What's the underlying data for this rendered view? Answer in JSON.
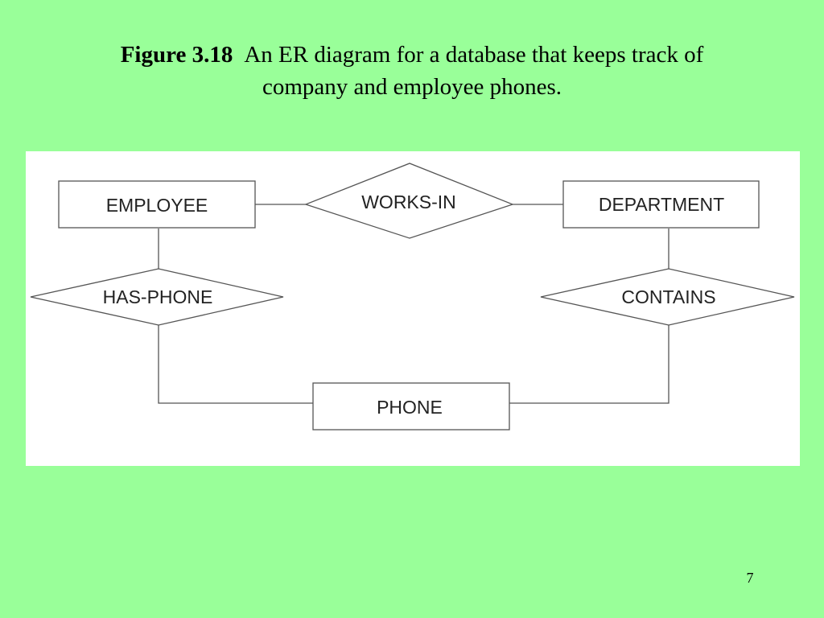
{
  "slide": {
    "figure_label": "Figure 3.18",
    "caption_line1": "An ER diagram for a database that keeps track of",
    "caption_line2": "company and employee phones.",
    "page_number": "7",
    "background_color": "#99ff99"
  },
  "diagram": {
    "entities": {
      "employee": "EMPLOYEE",
      "department": "DEPARTMENT",
      "phone": "PHONE"
    },
    "relationships": {
      "works_in": "WORKS-IN",
      "has_phone": "HAS-PHONE",
      "contains": "CONTAINS"
    },
    "connections": [
      [
        "EMPLOYEE",
        "WORKS-IN"
      ],
      [
        "WORKS-IN",
        "DEPARTMENT"
      ],
      [
        "EMPLOYEE",
        "HAS-PHONE"
      ],
      [
        "HAS-PHONE",
        "PHONE"
      ],
      [
        "DEPARTMENT",
        "CONTAINS"
      ],
      [
        "CONTAINS",
        "PHONE"
      ]
    ]
  }
}
